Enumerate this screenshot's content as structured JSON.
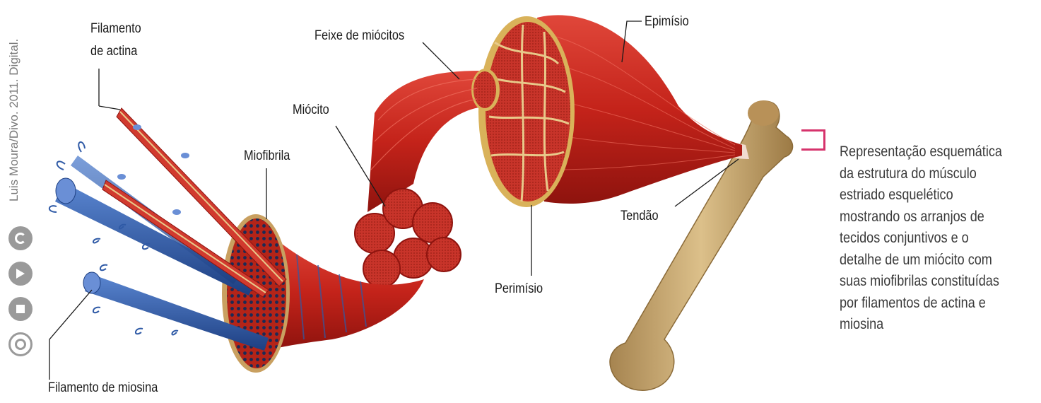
{
  "credit": "Luis Moura/Divo. 2011. Digital.",
  "labels": {
    "actina_line1": "Filamento",
    "actina_line2": "de actina",
    "miofibrila": "Miofibrila",
    "miocito": "Miócito",
    "feixe": "Feixe de miócitos",
    "epimisio": "Epimísio",
    "perimisio": "Perimísio",
    "tendao": "Tendão",
    "miosina": "Filamento de miosina"
  },
  "caption": [
    "Representação esquemática",
    "da estrutura do músculo",
    "estriado esquelético",
    "mostrando os arranjos de",
    "tecidos conjuntivos e o",
    "detalhe de um miócito com",
    "suas miofibrilas constituídas",
    "por filamentos de actina e",
    "miosina"
  ],
  "colors": {
    "muscle": "#c8241b",
    "muscle_dark": "#8e130e",
    "myosin": "#2f5aa6",
    "bone": "#c9a66b",
    "bracket": "#d6336c"
  },
  "icons": [
    "reuse-icon",
    "audio-icon",
    "stop-icon",
    "spiral-icon"
  ]
}
